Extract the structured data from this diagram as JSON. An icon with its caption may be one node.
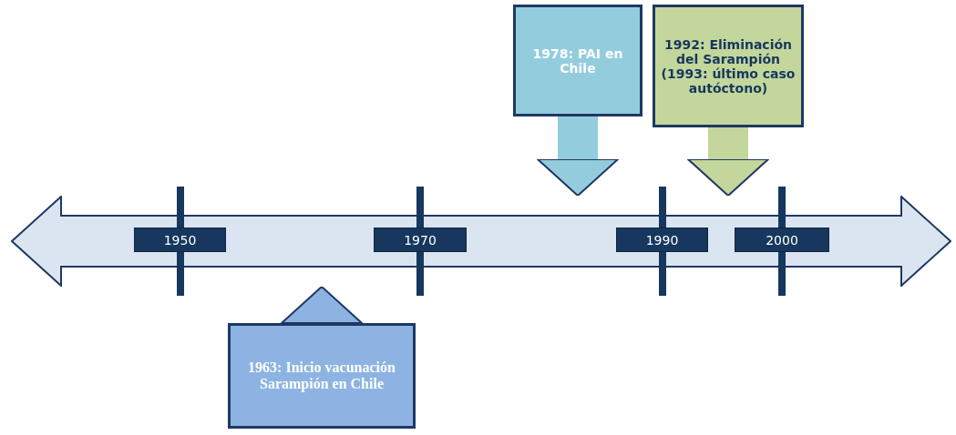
{
  "diagram": {
    "nodes": [
      {
        "text": [],
        "shape": "arrow"
      },
      {
        "text": [
          "1950"
        ],
        "in": 0
      },
      {
        "text": [
          "1970"
        ],
        "in": 0
      },
      {
        "text": [
          "1990"
        ],
        "in": 0
      },
      {
        "text": [
          "2000"
        ],
        "in": 0
      },
      {
        "text": [
          "1978: PAI en Chile"
        ]
      },
      {
        "text": [
          "1992: Eliminación del Sarampión (1993: último caso autóctono)"
        ]
      },
      {
        "text": [
          "1963: Inicio vacunación Sarampión en Chile"
        ]
      }
    ],
    "edges": [
      {
        "from": 5,
        "to": 0,
        "arrow": "to"
      },
      {
        "from": 6,
        "to": 0,
        "arrow": "to"
      },
      {
        "from": 7,
        "to": 0,
        "arrow": "to"
      }
    ]
  }
}
